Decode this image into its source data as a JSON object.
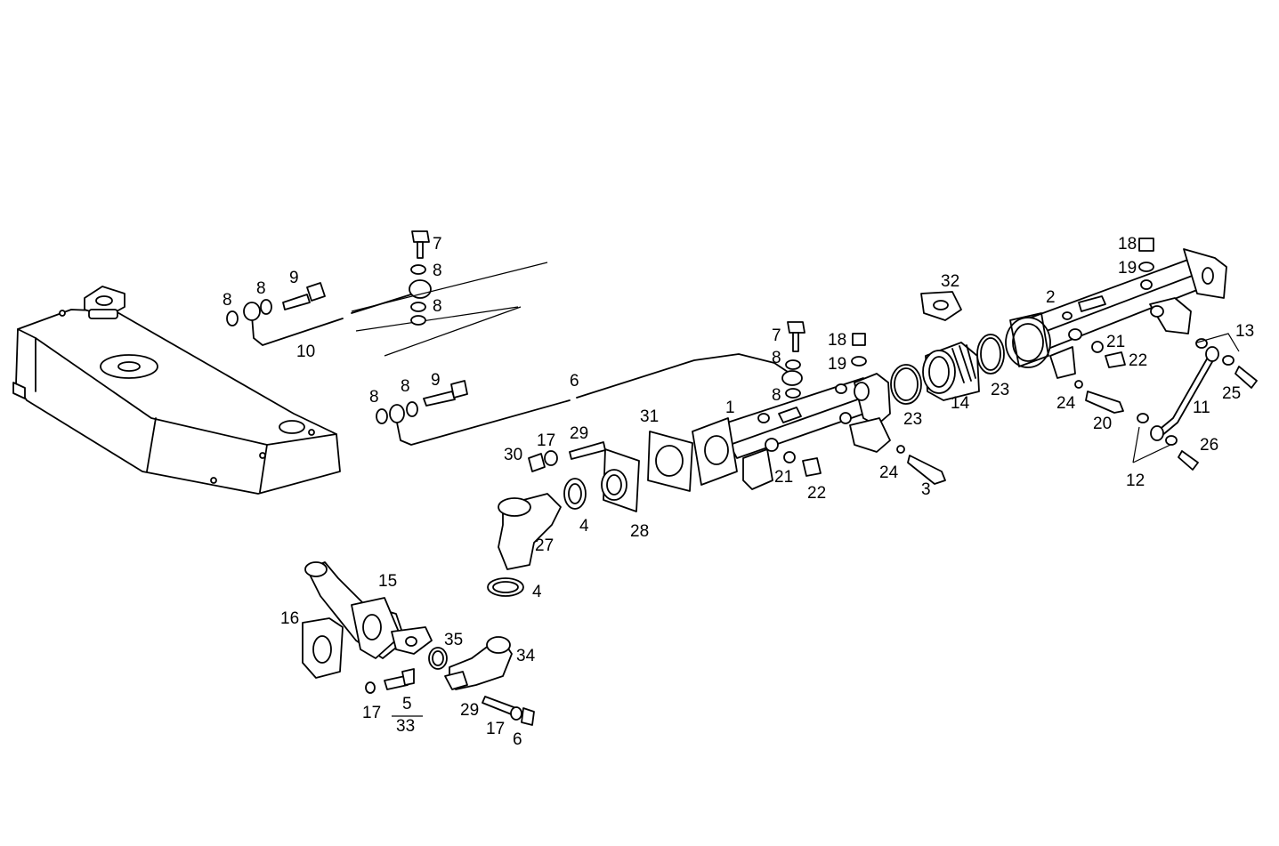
{
  "diagram": {
    "labels": {
      "p1": "1",
      "p2": "2",
      "p3": "3",
      "p4a": "4",
      "p4b": "4",
      "p5": "5",
      "p6a": "6",
      "p6b": "6",
      "p7a": "7",
      "p7b": "7",
      "p8a": "8",
      "p8b": "8",
      "p8c": "8",
      "p8d": "8",
      "p8e": "8",
      "p8f": "8",
      "p8g": "8",
      "p8h": "8",
      "p9a": "9",
      "p9b": "9",
      "p10": "10",
      "p11": "11",
      "p12": "12",
      "p13": "13",
      "p14": "14",
      "p15": "15",
      "p16": "16",
      "p17a": "17",
      "p17b": "17",
      "p17c": "17",
      "p18a": "18",
      "p18b": "18",
      "p19a": "19",
      "p19b": "19",
      "p20": "20",
      "p21a": "21",
      "p21b": "21",
      "p22a": "22",
      "p22b": "22",
      "p23a": "23",
      "p23b": "23",
      "p24a": "24",
      "p24b": "24",
      "p25": "25",
      "p26": "26",
      "p27": "27",
      "p28": "28",
      "p29a": "29",
      "p29b": "29",
      "p30": "30",
      "p31": "31",
      "p32": "32",
      "p33": "33",
      "p34": "34",
      "p35": "35"
    }
  }
}
